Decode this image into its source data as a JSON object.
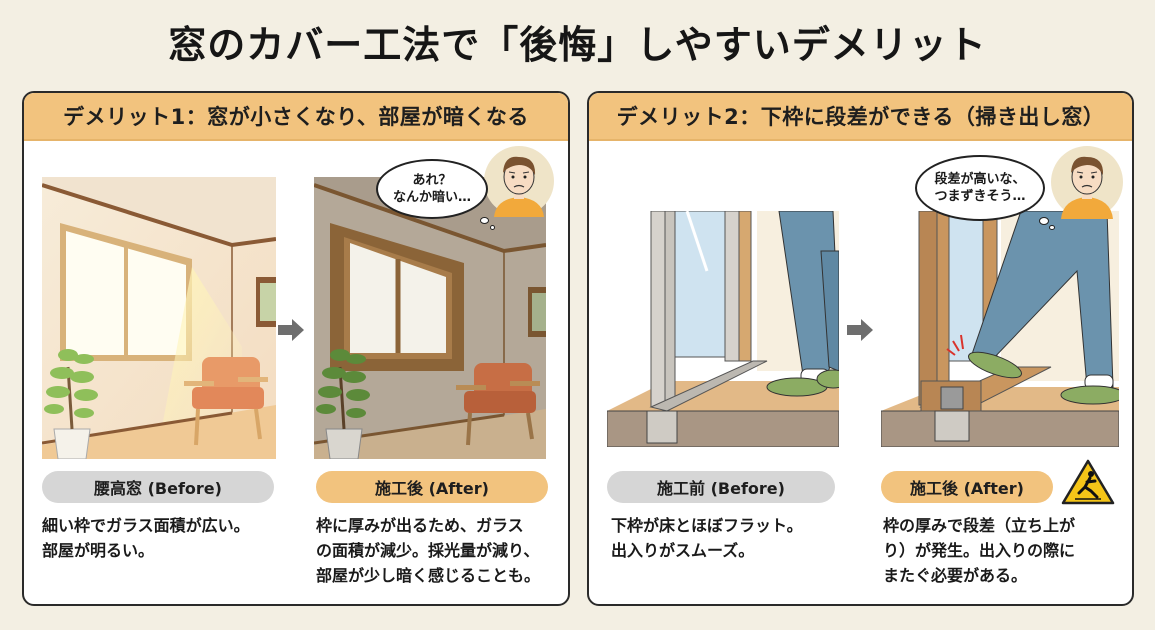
{
  "title": "窓のカバー工法で「後悔」しやすいデメリット",
  "colors": {
    "background": "#f3efe3",
    "header_accent": "#f2c37e",
    "before_pill": "#d6d6d6",
    "after_pill": "#f2c37e",
    "panel_border": "#2a2a2a",
    "warning_yellow": "#f5c518"
  },
  "panels": [
    {
      "header": "デメリット1：窓が小さくなり、部屋が暗くなる",
      "arrow_icon": "right-arrow",
      "before": {
        "label": "腰高窓 (Before)",
        "description": "細い枠でガラス面積が広い。\n部屋が明るい。",
        "illustration": "bright-room-with-window-chair-plant"
      },
      "after": {
        "label": "施工後 (After)",
        "description": "枠に厚みが出るため、ガラス\nの面積が減少。採光量が減り、\n部屋が少し暗く感じることも。",
        "illustration": "darker-room-thick-window-frame",
        "speech_bubble": "あれ？\nなんか暗い…",
        "character": "worried-man"
      }
    },
    {
      "header": "デメリット2：下枠に段差ができる（掃き出し窓）",
      "arrow_icon": "right-arrow",
      "before": {
        "label": "施工前 (Before)",
        "description": "下枠が床とほぼフラット。\n出入りがスムーズ。",
        "illustration": "flat-sliding-door-sill-with-feet"
      },
      "after": {
        "label": "施工後 (After)",
        "description": "枠の厚みで段差（立ち上が\nり）が発生。出入りの際に\nまたぐ必要がある。",
        "illustration": "raised-sill-step-with-foot",
        "speech_bubble": "段差が高いな、\nつまずきそう…",
        "character": "worried-man",
        "warning_icon": "slip-hazard-warning"
      }
    }
  ]
}
